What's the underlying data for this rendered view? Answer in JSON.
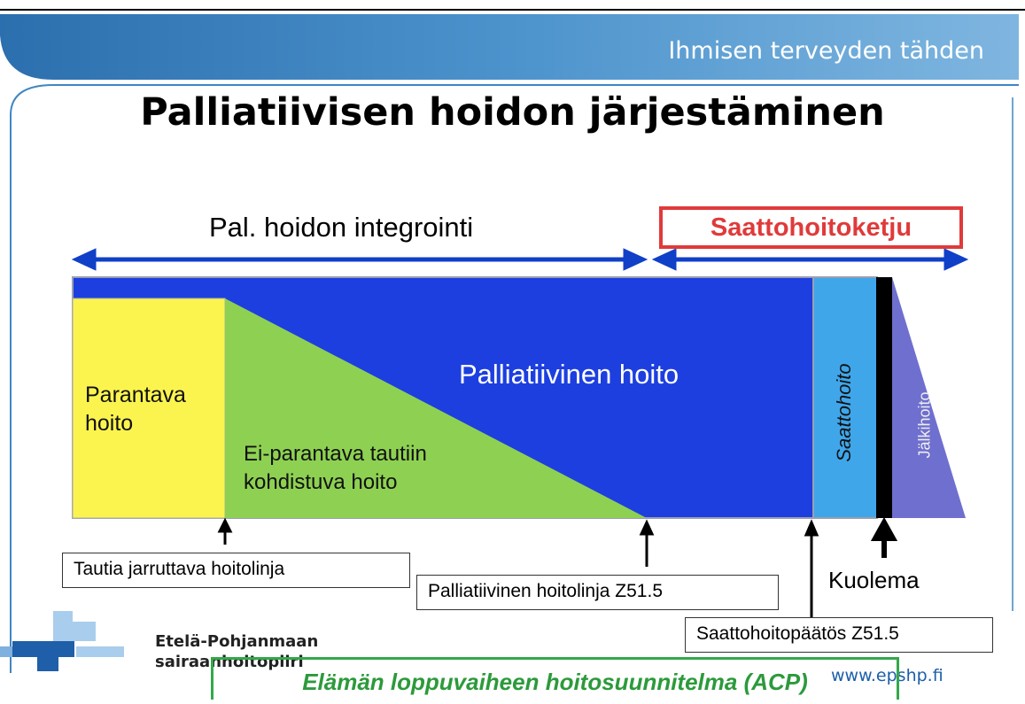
{
  "header": {
    "tagline": "Ihmisen terveyden tähden"
  },
  "title": "Palliatiivisen hoidon järjestäminen",
  "diagram": {
    "integration_label": "Pal. hoidon integrointi",
    "chain_label": "Saattohoitoketju",
    "curative_label": "Parantava hoito",
    "noncurative_label": "Ei-parantava tautiin kohdistuva hoito",
    "noncurative_line1": "Ei-parantava tautiin",
    "noncurative_line2": "kohdistuva hoito",
    "palliative_label": "Palliatiivinen hoito",
    "endoflife_label": "Saattohoito",
    "aftercare_label": "Jälkihoito",
    "death_label": "Kuolema",
    "milestones": [
      "Tautia jarruttava hoitolinja",
      "Palliatiivinen hoitolinja Z51.5",
      "Saattohoitopäätös Z51.5"
    ],
    "acp_label": "Elämän loppuvaiheen hoitosuunnitelma (ACP)"
  },
  "footer": {
    "org_line1": "Etelä-Pohjanmaan",
    "org_line2": "sairaanhoitopiiri",
    "website": "www.epshp.fi"
  },
  "colors": {
    "banner": "#3f87c2",
    "palliative": "#1d3fe0",
    "curative": "#fbf44f",
    "noncurative": "#8ed152",
    "endoflife": "#3fa6ea",
    "aftercare": "#6f6fcf",
    "arrow": "#1040c8",
    "chain_red": "#e03a3a",
    "acp_green": "#2c9a3b"
  }
}
